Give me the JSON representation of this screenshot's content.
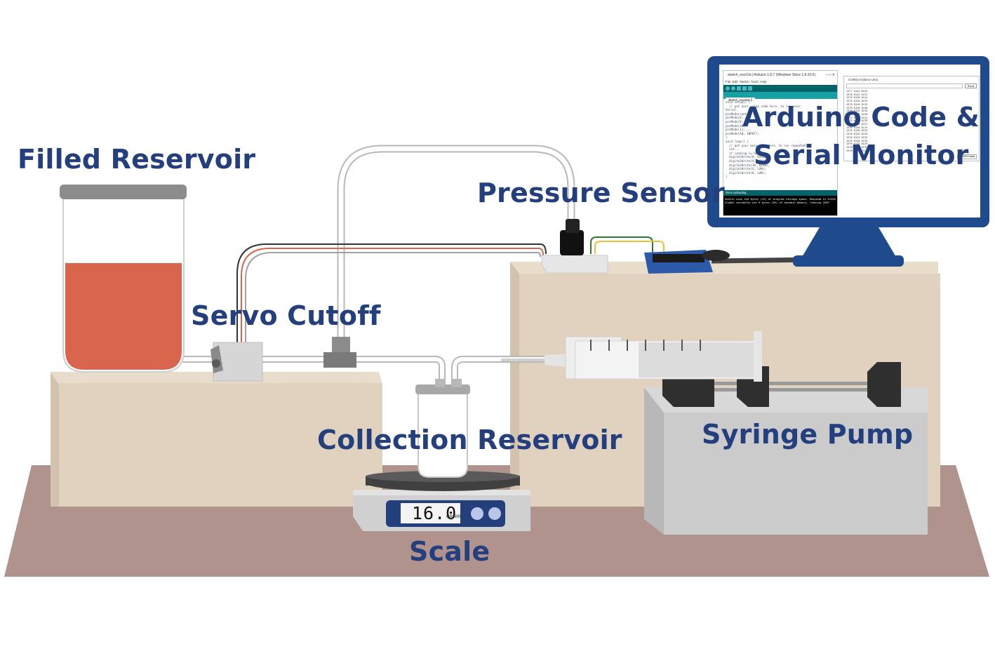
{
  "labels": {
    "filled_reservoir": "Filled Reservoir",
    "servo_cutoff": "Servo Cutoff",
    "pressure_sensor": "Pressure Sensor",
    "arduino_line1": "Arduino Code &",
    "arduino_line2": "Serial Monitor",
    "collection_reservoir": "Collection Reservoir",
    "syringe_pump": "Syringe Pump",
    "scale": "Scale"
  },
  "scale_display": {
    "value": "16.0",
    "unit": "GRAMS"
  },
  "colors": {
    "label": "#243f7d",
    "liquid": "#d9654c",
    "shelf": "#e0d2bf",
    "floor": "#b0938d",
    "monitor": "#1f4a8c",
    "pump": "#c8c8c8"
  },
  "ide": {
    "title": "sketch_nov10a | Arduino 1.8.7 (Windows Store 1.8.15.0)",
    "menu": "File  Edit  Sketch  Tools  Help",
    "tab": "sketch_nov10a §",
    "code": [
      "void setup() {",
      "  // put your setup code here, to run once:",
      "",
      "Serial.",
      "pinMode(contr...",
      "pinMode(8,...",
      "pinMode(9,...",
      "pinMode(10,...",
      "pinMode(11,...",
      "pinMode(A0, INPUT);",
      "}",
      "",
      "void loop() {",
      "  // put your main code here, to run repeatedly:",
      "  int...",
      "  if (analog >= 500)",
      "  digitalWrite(8, HIGH);",
      "  digitalWrite(9, LOW);",
      "  digitalWrite(10, HIGH);",
      "  digitalWrite(4, LOW);",
      "  digitalWrite(8, LOW);",
      "}"
    ],
    "status": "Done uploading.",
    "console": [
      "Sketch uses 444 bytes (1%) of program storage space. Maximum is 32256",
      "Global variables use 9 bytes (0%) of dynamic memory, leaving 2039"
    ]
  },
  "serial": {
    "title": "COM3 (Arduino Uno)",
    "send": "Send",
    "rows": [
      "1577 0141 0125",
      "1578 0141 0131",
      "1576 0128 0141",
      "1576 0126 0133",
      "1578 0120 0133",
      "1579 0128 0140",
      "1578 0125 0135",
      "1576 0129 0130",
      "1574 0123 0124",
      "1578 0130 0139",
      "1576 0128 0127",
      "1578 0140 0175",
      "1576 0140 0133",
      "1578 0134 0129",
      "1576 0124 0133",
      "1578 0128 0133",
      "1579 0133 0129",
      "1578 0141 0133",
      "1576 0131 0129"
    ],
    "baud": "115200 baud"
  }
}
